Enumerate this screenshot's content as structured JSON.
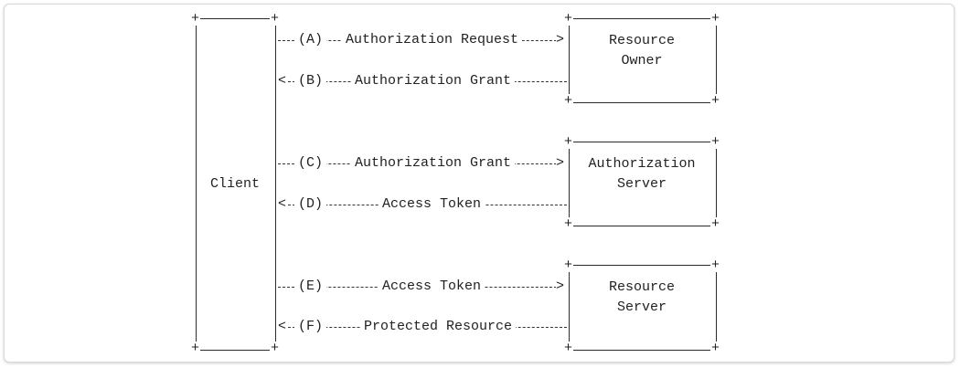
{
  "diagram": {
    "client": {
      "label": "Client"
    },
    "resource_owner": {
      "line1": "Resource",
      "line2": "Owner"
    },
    "authorization_server": {
      "line1": "Authorization",
      "line2": "Server"
    },
    "resource_server": {
      "line1": "Resource",
      "line2": "Server"
    },
    "flows": [
      {
        "step": "(A)",
        "text": "Authorization Request",
        "direction": "right"
      },
      {
        "step": "(B)",
        "text": "Authorization Grant",
        "direction": "left"
      },
      {
        "step": "(C)",
        "text": "Authorization Grant",
        "direction": "right"
      },
      {
        "step": "(D)",
        "text": "Access Token",
        "direction": "left"
      },
      {
        "step": "(E)",
        "text": "Access Token",
        "direction": "right"
      },
      {
        "step": "(F)",
        "text": "Protected Resource",
        "direction": "left"
      }
    ]
  }
}
